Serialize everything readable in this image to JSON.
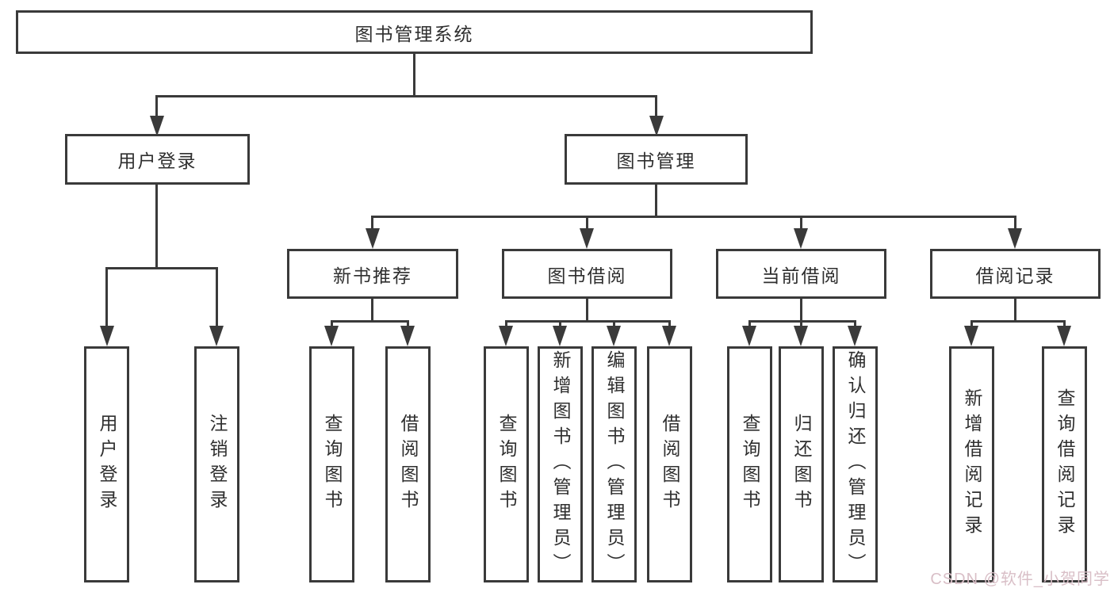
{
  "diagram_title": "图书管理系统",
  "nodes": {
    "root": "图书管理系统",
    "level2": [
      "用户登录",
      "图书管理"
    ],
    "level3": [
      "新书推荐",
      "图书借阅",
      "当前借阅",
      "借阅记录"
    ],
    "user_login_children": [
      "用户登录",
      "注销登录"
    ],
    "new_book_children": [
      "查询图书",
      "借阅图书"
    ],
    "book_borrow_children": [
      "查询图书",
      "新增图书（管理员）",
      "编辑图书（管理员）",
      "借阅图书"
    ],
    "current_borrow_children": [
      "查询图书",
      "归还图书",
      "确认归还（管理员）"
    ],
    "borrow_record_children": [
      "新增借阅记录",
      "查询借阅记录"
    ]
  },
  "watermark": "CSDN @软件_小贺同学",
  "colors": {
    "line": "#3a3a3a",
    "text": "#2f2f2f",
    "watermark": "#d9bfc7",
    "background": "#ffffff"
  }
}
